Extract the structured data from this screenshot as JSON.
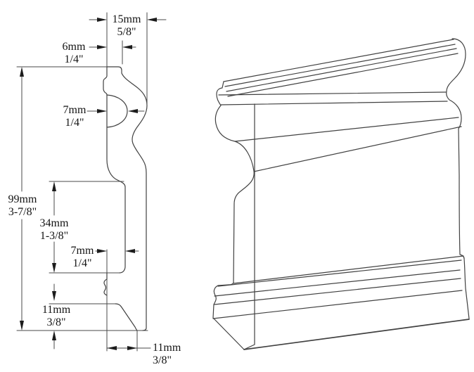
{
  "drawing": {
    "type": "baseboard-molding-profile",
    "views": 2,
    "colors": {
      "line": "#414141",
      "text": "#141414",
      "background": "#ffffff"
    },
    "dimensions": {
      "overall_depth": {
        "mm": "15mm",
        "inch": "5/8\""
      },
      "cap_top_depth": {
        "mm": "6mm",
        "inch": "1/4\""
      },
      "bead_depth": {
        "mm": "7mm",
        "inch": "1/4\""
      },
      "overall_height": {
        "mm": "99mm",
        "inch": "3-7/8\""
      },
      "mid_panel_height": {
        "mm": "34mm",
        "inch": "1-3/8\""
      },
      "step_depth": {
        "mm": "7mm",
        "inch": "1/4\""
      },
      "toe_height": {
        "mm": "11mm",
        "inch": "3/8\""
      },
      "bottom_depth": {
        "mm": "11mm",
        "inch": "3/8\""
      }
    }
  }
}
